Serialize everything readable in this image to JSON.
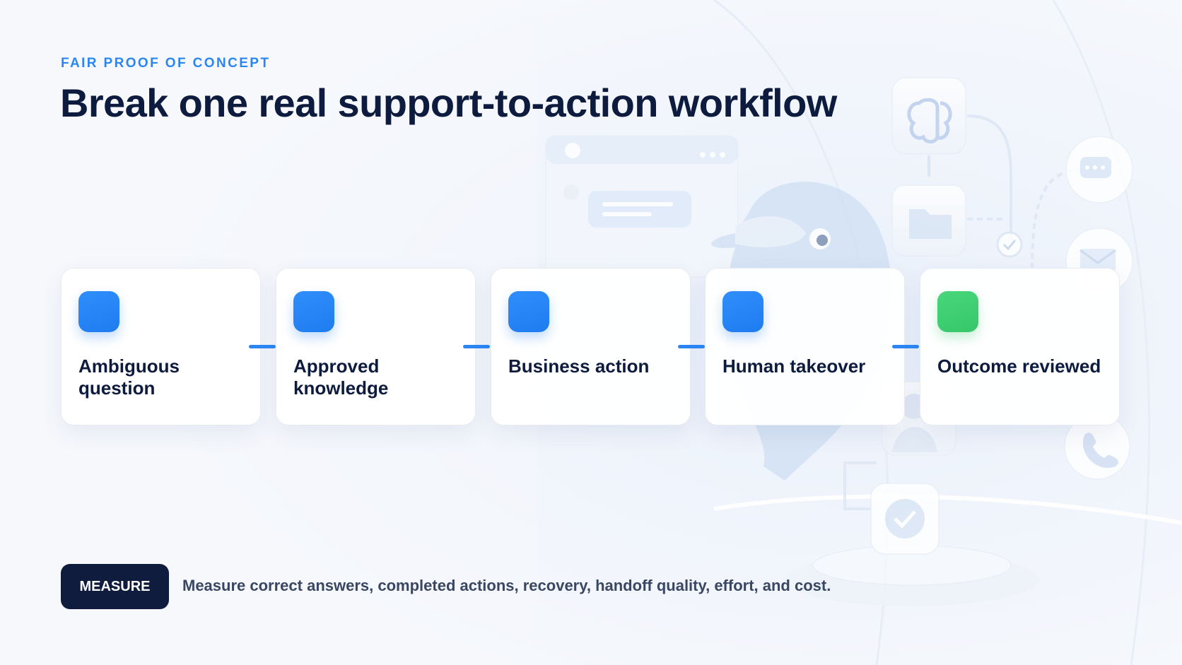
{
  "header": {
    "eyebrow": "FAIR PROOF OF CONCEPT",
    "title": "Break one real support-to-action workflow"
  },
  "steps": [
    {
      "label": "Ambiguous question",
      "status": "step",
      "icon": "rounded-square-icon"
    },
    {
      "label": "Approved knowledge",
      "status": "step",
      "icon": "rounded-square-icon"
    },
    {
      "label": "Business action",
      "status": "step",
      "icon": "rounded-square-icon"
    },
    {
      "label": "Human takeover",
      "status": "step",
      "icon": "rounded-square-icon"
    },
    {
      "label": "Outcome reviewed",
      "status": "done",
      "icon": "rounded-square-icon"
    }
  ],
  "measure": {
    "badge": "MEASURE",
    "text": "Measure correct answers, completed actions, recovery, handoff quality, effort, and cost."
  },
  "colors": {
    "accent": "#2b86f4",
    "done": "#3ccd70",
    "navy": "#0d1b3e",
    "badge_bg": "#0f1c3d",
    "body_text": "#394763"
  },
  "background_icons": [
    "brain-icon",
    "folder-icon",
    "chat-bubble-icon",
    "mail-icon",
    "check-icon",
    "phone-icon",
    "dolphin-mascot",
    "agent-avatar-icon",
    "browser-window-icon"
  ]
}
